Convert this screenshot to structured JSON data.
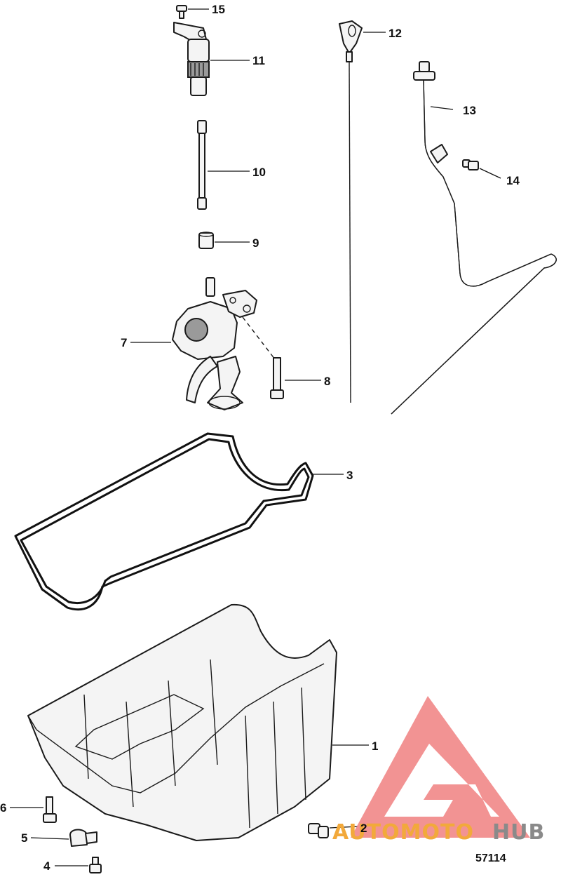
{
  "callouts": {
    "c1": "1",
    "c2": "2",
    "c3": "3",
    "c4": "4",
    "c5": "5",
    "c6": "6",
    "c7": "7",
    "c8": "8",
    "c9": "9",
    "c10": "10",
    "c11": "11",
    "c12": "12",
    "c13": "13",
    "c14": "14",
    "c15": "15"
  },
  "figure_number": "57114",
  "watermark": {
    "text_orange": "AUTOMOTO",
    "text_gray": "HUB",
    "color_orange": "#f2a93b",
    "color_gray": "#8a8a8a",
    "color_triangle": "#f08080"
  }
}
